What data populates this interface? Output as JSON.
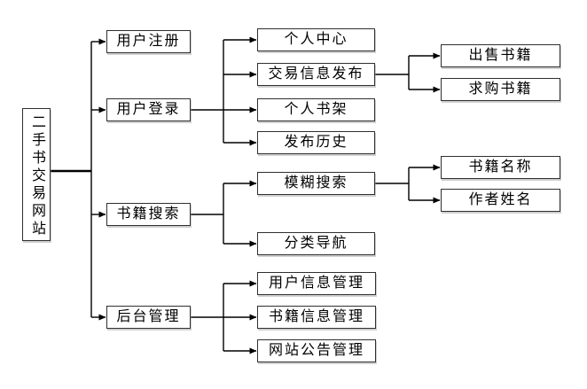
{
  "colors": {
    "background": "#ffffff",
    "box_fill": "#ffffff",
    "box_border": "#2f2f2f",
    "connector_line": "#000000",
    "text": "#000000"
  },
  "tree": {
    "label": "二手书交易网站",
    "children": [
      {
        "label": "用户注册",
        "children": []
      },
      {
        "label": "用户登录",
        "children": [
          {
            "label": "个人中心",
            "children": []
          },
          {
            "label": "交易信息发布",
            "children": [
              {
                "label": "出售书籍",
                "children": []
              },
              {
                "label": "求购书籍",
                "children": []
              }
            ]
          },
          {
            "label": "个人书架",
            "children": []
          },
          {
            "label": "发布历史",
            "children": []
          }
        ]
      },
      {
        "label": "书籍搜索",
        "children": [
          {
            "label": "模糊搜索",
            "children": [
              {
                "label": "书籍名称",
                "children": []
              },
              {
                "label": "作者姓名",
                "children": []
              }
            ]
          },
          {
            "label": "分类导航",
            "children": []
          }
        ]
      },
      {
        "label": "后台管理",
        "children": [
          {
            "label": "用户信息管理",
            "children": []
          },
          {
            "label": "书籍信息管理",
            "children": []
          },
          {
            "label": "网站公告管理",
            "children": []
          }
        ]
      }
    ]
  }
}
